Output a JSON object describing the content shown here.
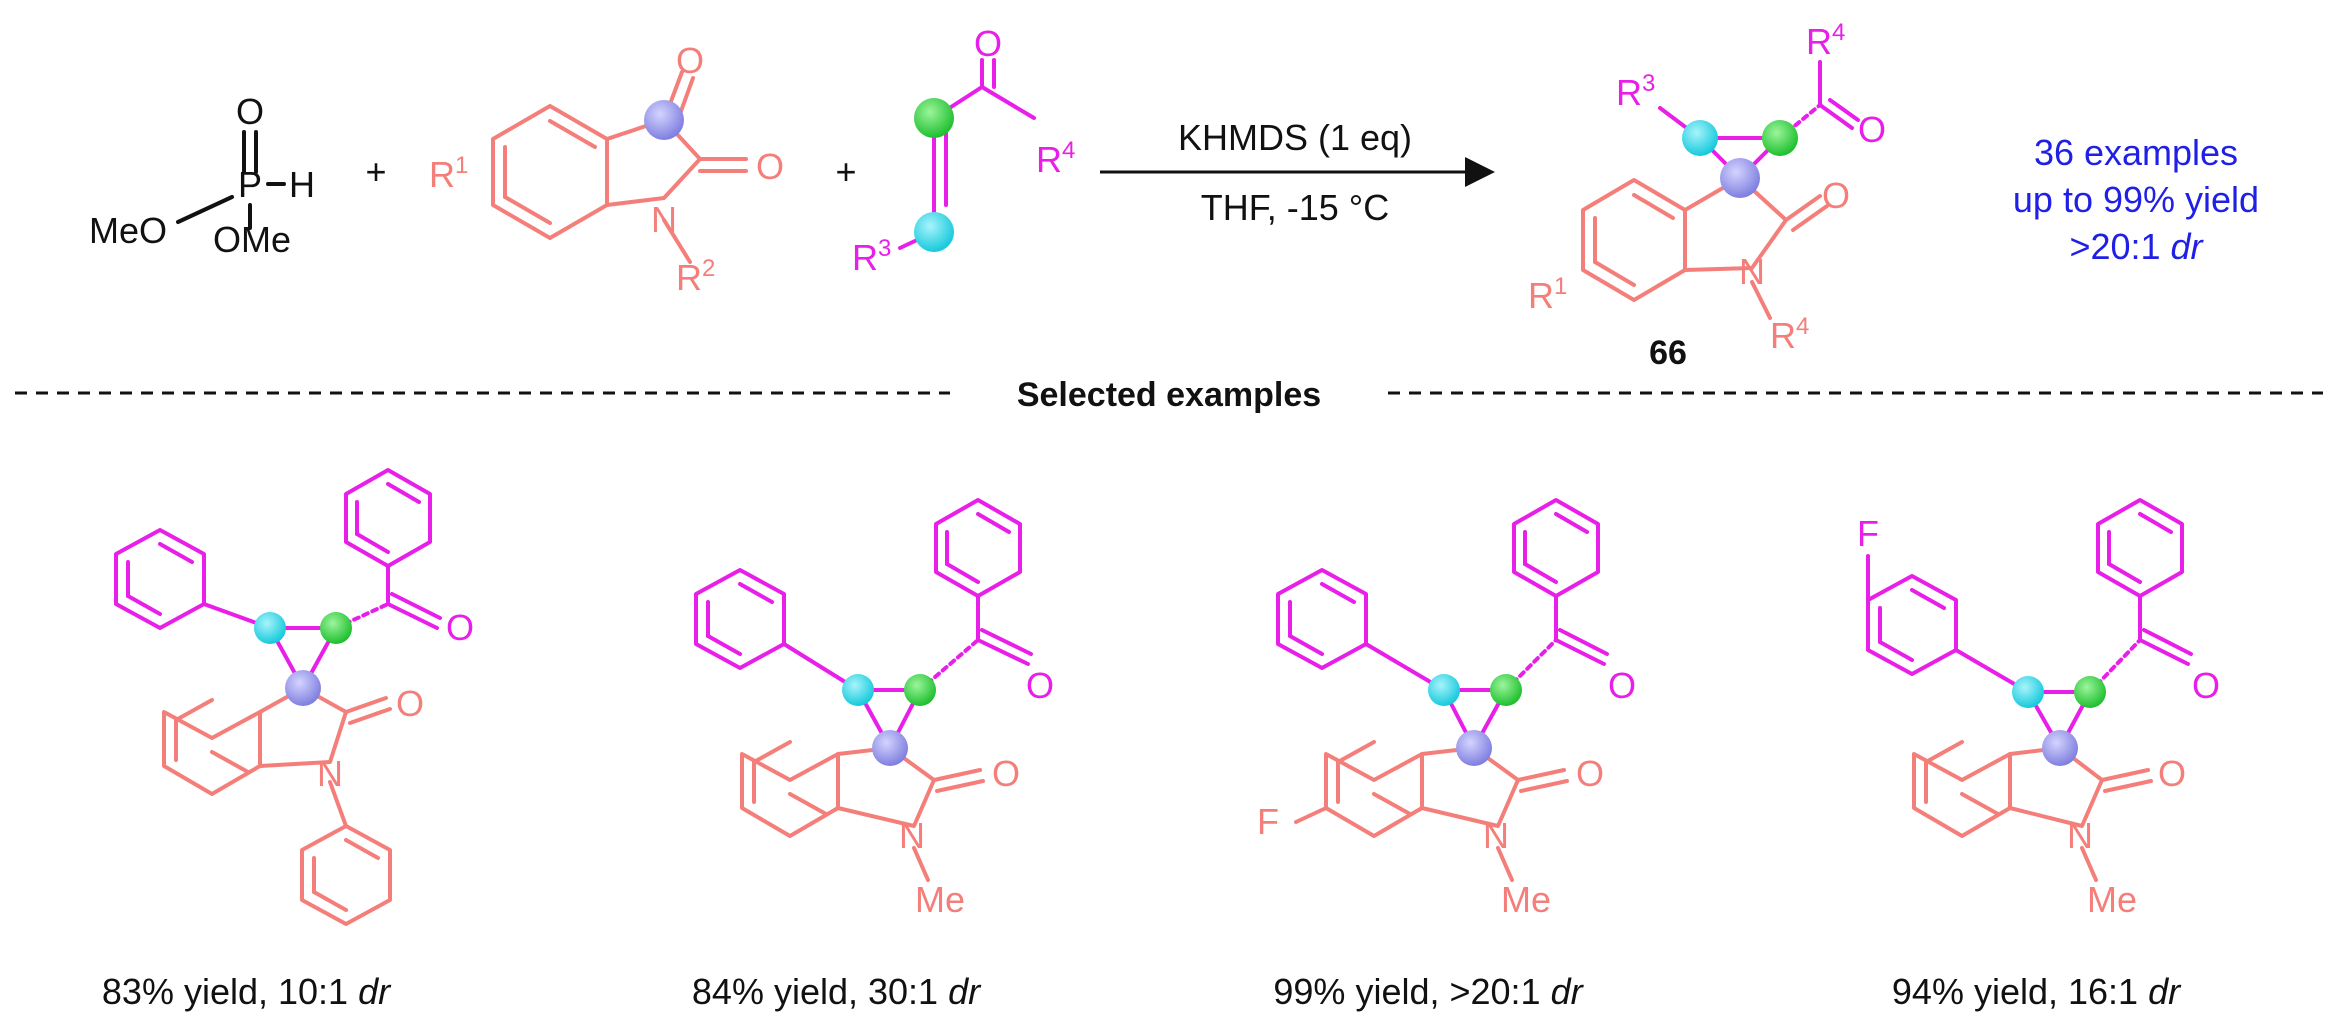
{
  "reaction": {
    "phosphite": {
      "o_top": "O",
      "p": "P",
      "h": "H",
      "meo": "MeO",
      "ome": "OMe"
    },
    "plus": "+",
    "isatin": {
      "r1": "R",
      "r1_sup": "1",
      "o_ketone": "O",
      "o_amide": "O",
      "n": "N",
      "r2": "R",
      "r2_sup": "2"
    },
    "enone": {
      "o": "O",
      "r4": "R",
      "r4_sup": "4",
      "r3": "R",
      "r3_sup": "3"
    },
    "conditions_top": "KHMDS (1 eq)",
    "conditions_bottom": "THF, -15 °C",
    "product": {
      "r3": "R",
      "r3_sup": "3",
      "r4_top": "R",
      "r4_top_sup": "4",
      "o_ketone": "O",
      "o_amide": "O",
      "n": "N",
      "r1": "R",
      "r1_sup": "1",
      "r4_n": "R",
      "r4_n_sup": "4",
      "number": "66"
    },
    "summary": {
      "line1": "36 examples",
      "line2": "up to 99% yield",
      "line3_prefix": ">20:1 ",
      "line3_italic": "dr"
    }
  },
  "divider_label": "Selected examples",
  "examples": [
    {
      "o1": "O",
      "o2": "O",
      "n": "N",
      "yield_text": "83% yield, 10:1 ",
      "dr": "dr"
    },
    {
      "o1": "O",
      "o2": "O",
      "n": "N",
      "me": "Me",
      "yield_text": "84% yield, 30:1 ",
      "dr": "dr"
    },
    {
      "o1": "O",
      "o2": "O",
      "n": "N",
      "me": "Me",
      "f": "F",
      "yield_text": "99% yield, >20:1 ",
      "dr": "dr"
    },
    {
      "o1": "O",
      "o2": "O",
      "n": "N",
      "me": "Me",
      "f": "F",
      "yield_text": "94% yield, 16:1 ",
      "dr": "dr"
    }
  ],
  "colors": {
    "reagent": "#111111",
    "enone": "#e81fe8",
    "isatin": "#f47f7a",
    "summary": "#1f1fe6",
    "spiro_marker": "#8c8cf0",
    "alpha_marker": "#2ecc40",
    "beta_marker": "#27d8e8"
  }
}
